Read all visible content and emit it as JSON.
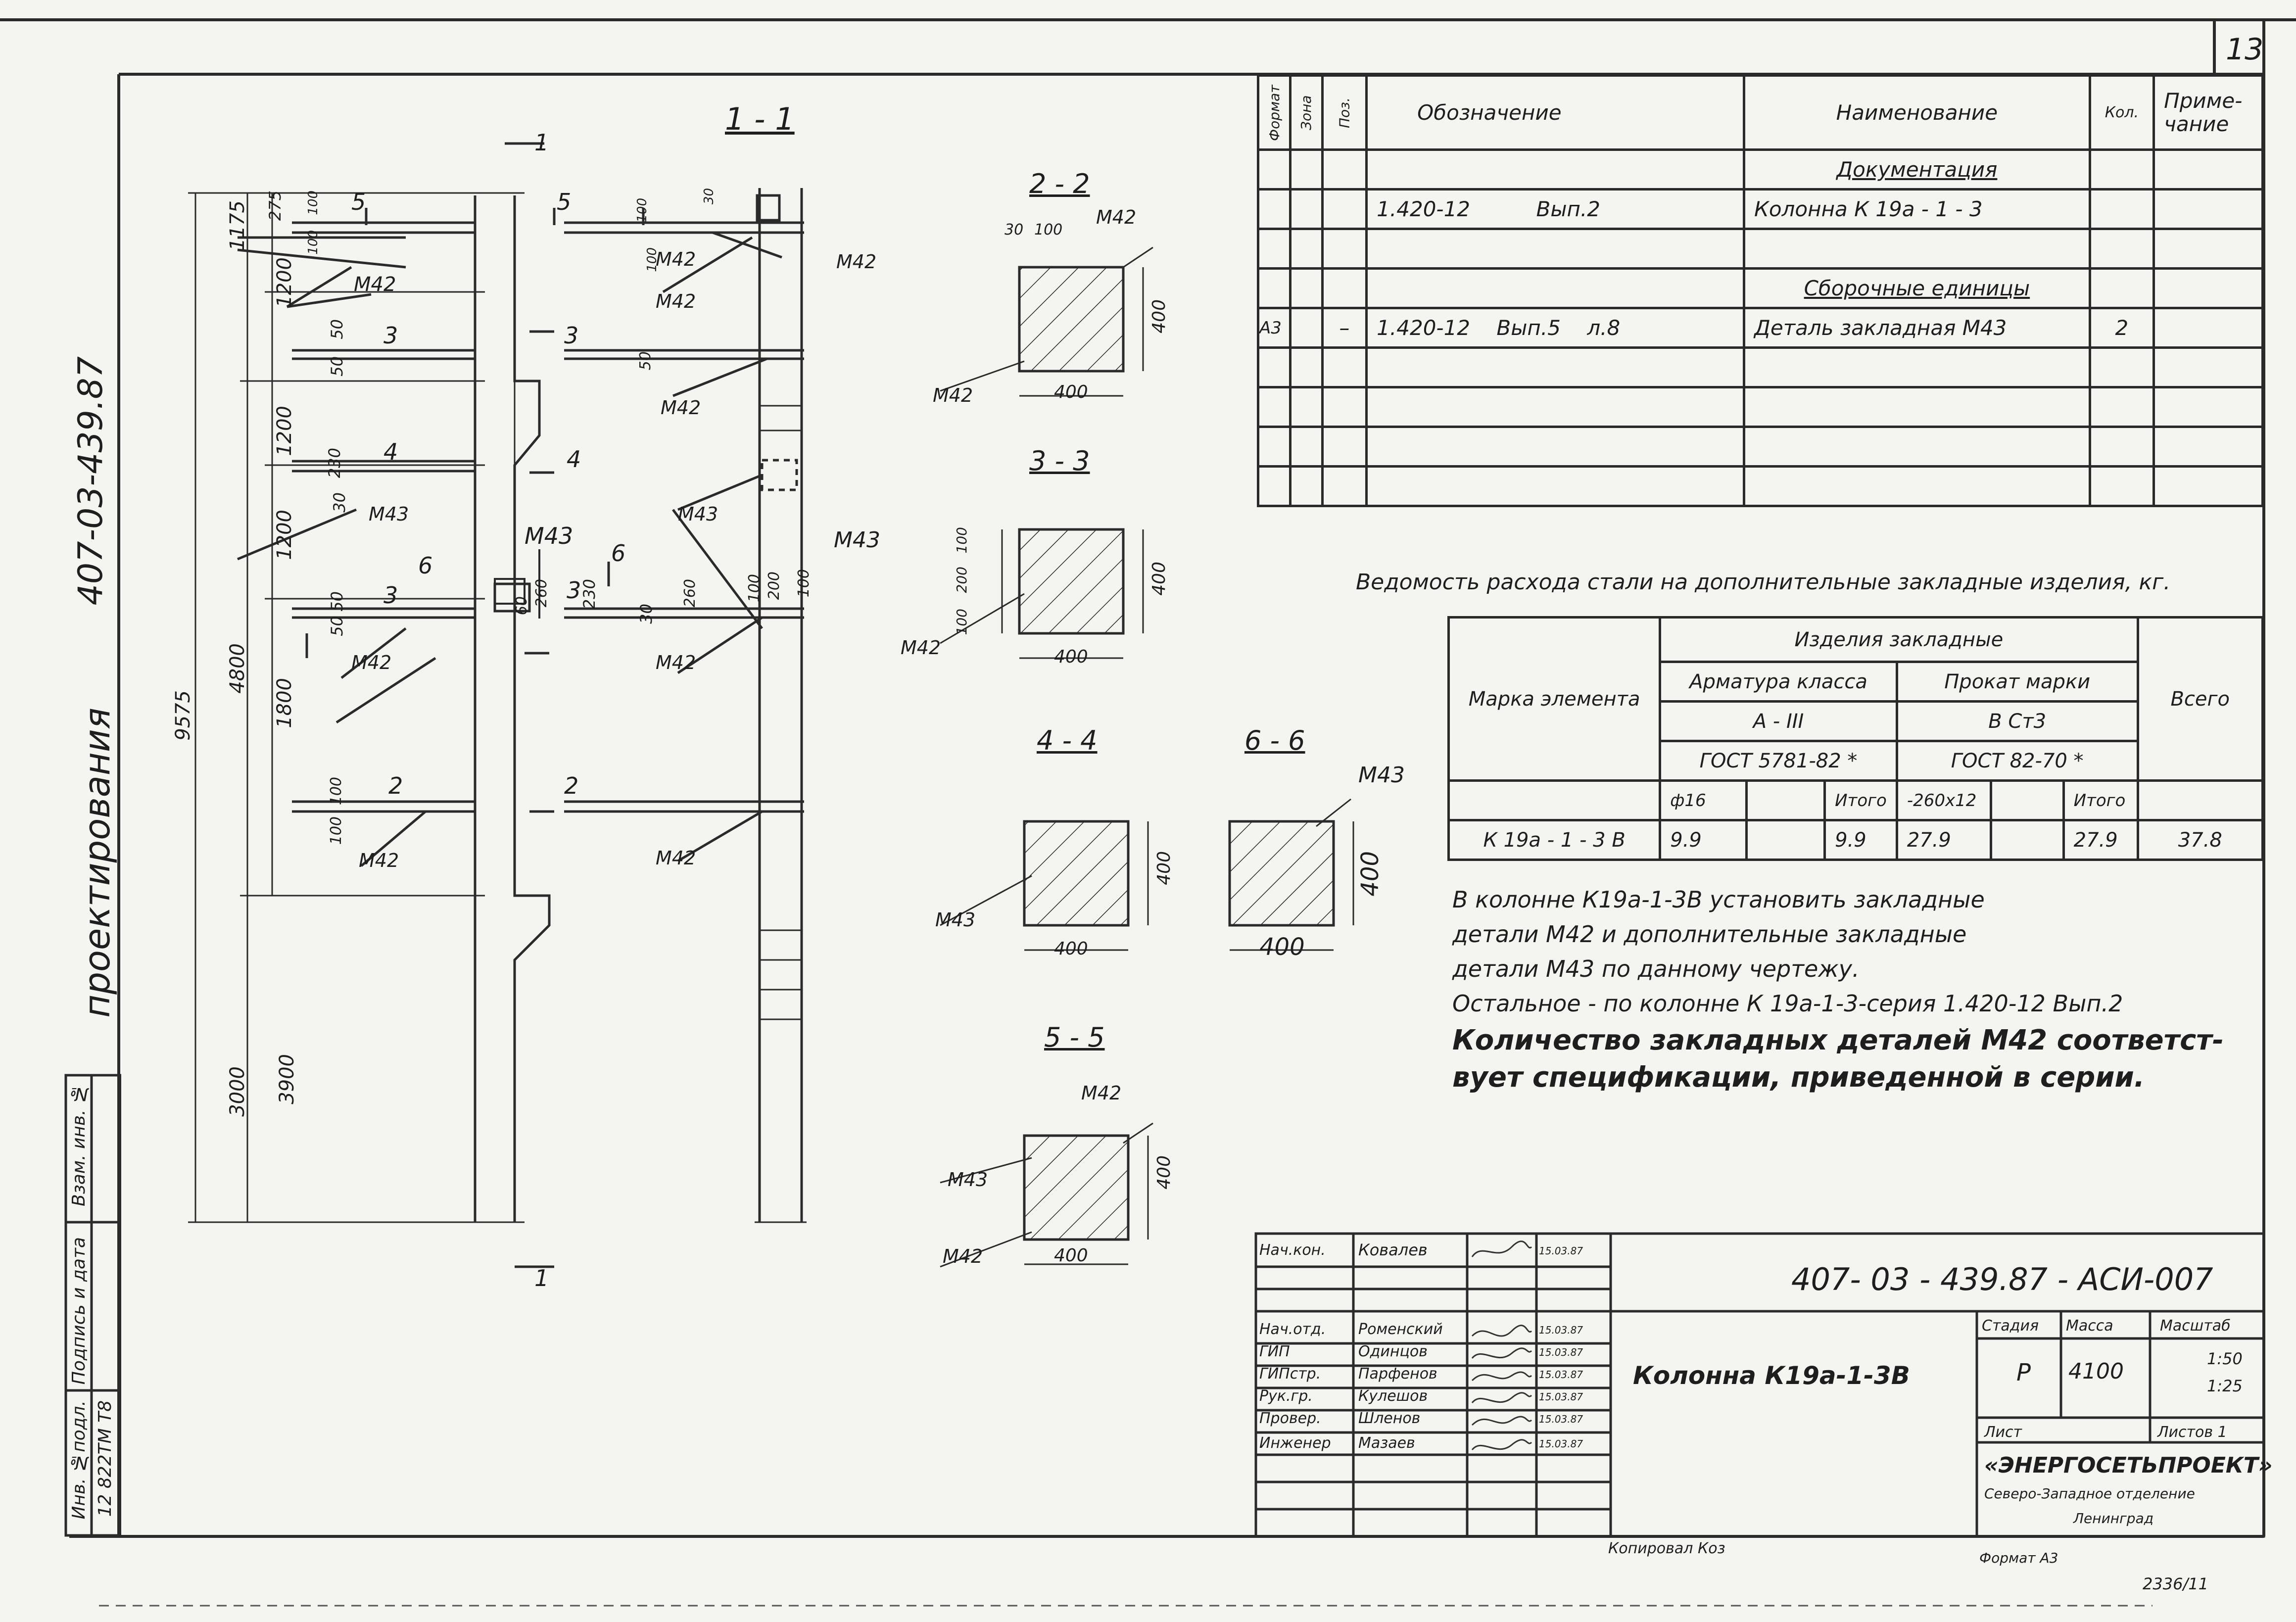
{
  "sheet": {
    "number": "13",
    "doc_code_vertical": "407-03-439.87",
    "side_label": "проектирования",
    "side_stamp_fields": [
      "Взам. инв. №",
      "Подпись и дата",
      "Инв. №подл."
    ],
    "side_inv_number": "12 822TM T8"
  },
  "drawing": {
    "section_1_1": "1 - 1",
    "cut_marks": [
      "1",
      "1",
      "2",
      "2",
      "3",
      "3",
      "3",
      "3",
      "4",
      "4",
      "5",
      "5",
      "6",
      "6"
    ],
    "dims_main": [
      "9575",
      "1175",
      "4800",
      "3000",
      "3900",
      "1200",
      "1200",
      "1200",
      "1800",
      "275"
    ],
    "dims_small": [
      "100",
      "100",
      "100",
      "230",
      "30",
      "50",
      "50",
      "230",
      "30",
      "50",
      "50",
      "60",
      "260",
      "100",
      "100",
      "100",
      "30",
      "50",
      "260",
      "100",
      "200",
      "100"
    ],
    "parts": [
      "M42",
      "M43",
      "M42",
      "M43",
      "M42",
      "M42",
      "M42",
      "M42",
      "M43",
      "M42",
      "M42",
      "M42",
      "M43"
    ]
  },
  "sections": [
    {
      "id": "s22",
      "title": "2 - 2",
      "dims": [
        "30",
        "100",
        "400",
        "400"
      ],
      "parts": [
        "M42",
        "M42"
      ]
    },
    {
      "id": "s33",
      "title": "3 - 3",
      "dims": [
        "100",
        "200",
        "100",
        "400",
        "400"
      ],
      "parts": [
        "M42"
      ]
    },
    {
      "id": "s44",
      "title": "4 - 4",
      "dims": [
        "400",
        "400"
      ],
      "parts": [
        "M43"
      ]
    },
    {
      "id": "s66",
      "title": "6 - 6",
      "dims": [
        "400",
        "400"
      ],
      "parts": [
        "M43"
      ]
    },
    {
      "id": "s55",
      "title": "5 - 5",
      "dims": [
        "400",
        "400"
      ],
      "parts": [
        "M42",
        "M43",
        "M42"
      ]
    }
  ],
  "spec": {
    "headers": [
      "Формат",
      "Зона",
      "Поз.",
      "Обозначение",
      "Наименование",
      "Кол.",
      "Приме-\nчание"
    ],
    "rows": [
      {
        "format": "",
        "zone": "",
        "pos": "",
        "designation": "",
        "name": "Документация",
        "qty": "",
        "note": "",
        "heading": true
      },
      {
        "format": "",
        "zone": "",
        "pos": "",
        "designation": "1.420-12          Вып.2",
        "name": "Колонна  К 19а - 1 - 3",
        "qty": "",
        "note": ""
      },
      {
        "format": "",
        "zone": "",
        "pos": "",
        "designation": "",
        "name": "",
        "qty": "",
        "note": ""
      },
      {
        "format": "",
        "zone": "",
        "pos": "",
        "designation": "",
        "name": "Сборочные  единицы",
        "qty": "",
        "note": "",
        "heading": true
      },
      {
        "format": "А3",
        "zone": "",
        "pos": "–",
        "designation": "1.420-12    Вып.5    л.8",
        "name": "Деталь закладная  М43",
        "qty": "2",
        "note": ""
      },
      {
        "format": "",
        "zone": "",
        "pos": "",
        "designation": "",
        "name": "",
        "qty": "",
        "note": ""
      },
      {
        "format": "",
        "zone": "",
        "pos": "",
        "designation": "",
        "name": "",
        "qty": "",
        "note": ""
      },
      {
        "format": "",
        "zone": "",
        "pos": "",
        "designation": "",
        "name": "",
        "qty": "",
        "note": ""
      },
      {
        "format": "",
        "zone": "",
        "pos": "",
        "designation": "",
        "name": "",
        "qty": "",
        "note": ""
      }
    ]
  },
  "steel": {
    "title": "Ведомость расхода стали на дополнительные закладные изделия, кг.",
    "col_element": "Марка элемента",
    "col_items": "Изделия  закладные",
    "col_rebar": "Арматура  класса",
    "col_rolled": "Прокат  марки",
    "rebar_class": "А - III",
    "rolled_grade": "В Ст3",
    "rebar_gost": "ГОСТ  5781-82 *",
    "rolled_gost": "ГОСТ  82-70 *",
    "col_total": "Всего",
    "sub": [
      "ф16",
      "",
      "Итого",
      "-260х12",
      "",
      "Итого"
    ],
    "row": [
      "К 19а - 1 - 3 В",
      "9.9",
      "",
      "9.9",
      "27.9",
      "",
      "27.9",
      "37.8"
    ]
  },
  "notes": [
    "В колонне К19а-1-3В установить  закладные",
    "детали  М42  и  дополнительные  закладные",
    "детали  М43  по  данному  чертежу.",
    "Остальное - по  колонне     К 19а-1-3-серия 1.420-12 Вып.2",
    "Количество закладных деталей  М42 соответст-",
    "вует спецификации, приведенной в серии."
  ],
  "title_block": {
    "code": "407- 03 - 439.87 - АСИ-007",
    "roles": [
      "Нач.кон.",
      "",
      "",
      "Нач.отд.",
      "ГИП",
      "ГИПстр.",
      "Рук.гр.",
      "Провер.",
      "Инженер",
      ""
    ],
    "names": [
      "Ковалев",
      "",
      "",
      "Роменский",
      "Одинцов",
      "Парфенов",
      "Кулешов",
      "Шленов",
      "Мазаев",
      ""
    ],
    "dates": [
      "15.03.87",
      "",
      "",
      "15.03.87",
      "15.03.87",
      "15.03.87",
      "15.03.87",
      "15.03.87",
      "15.03.87",
      ""
    ],
    "object": "Колонна  К19а-1-3В",
    "h_stage": "Стадия",
    "h_mass": "Масса",
    "h_scale": "Масштаб",
    "stage": "Р",
    "mass": "4100",
    "scale1": "1:50",
    "scale2": "1:25",
    "sheet_l": "Лист",
    "sheets_l": "Листов 1",
    "org1": "«ЭНЕРГОСЕТЬПРОЕКТ»",
    "org2": "Северо-Западное отделение",
    "org3": "Ленинград"
  },
  "footer": {
    "copied": "Копировал  Коз",
    "format": "Формат  А3",
    "bottom_code": "2336/11"
  }
}
